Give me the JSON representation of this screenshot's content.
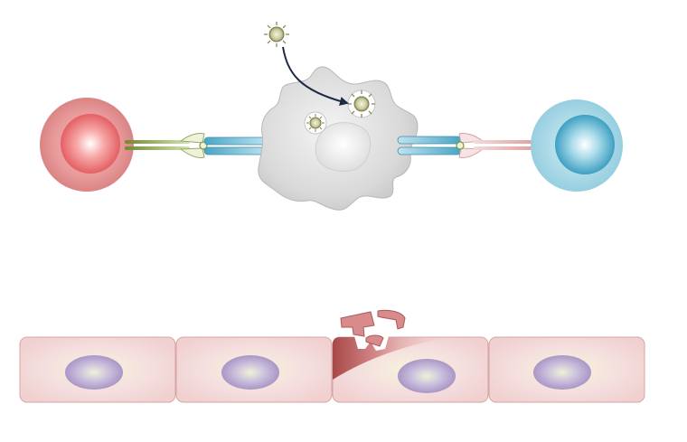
{
  "diagram": {
    "labels": [],
    "colors": {
      "red_cell": "#e57373",
      "blue_cell": "#4fb0cc",
      "macrophage": "#d6d6d6",
      "antigen": "#c9c99a",
      "arrow": "#1d2a44",
      "receptor_green": "#7d9a3c",
      "receptor_pink": "#e8a6a6",
      "mhc_blue": "#5aaecb",
      "epithelium": "#f3d3d3",
      "epithelium_nucleus": "#a996c6",
      "damage": "#c06060"
    },
    "elements": {
      "left_cell": "red-lymphocyte",
      "right_cell": "blue-lymphocyte",
      "center_cell": "macrophage",
      "free_particle": "antigen-particle",
      "epithelial_cells": 4,
      "damaged_cell_index": 2
    }
  }
}
